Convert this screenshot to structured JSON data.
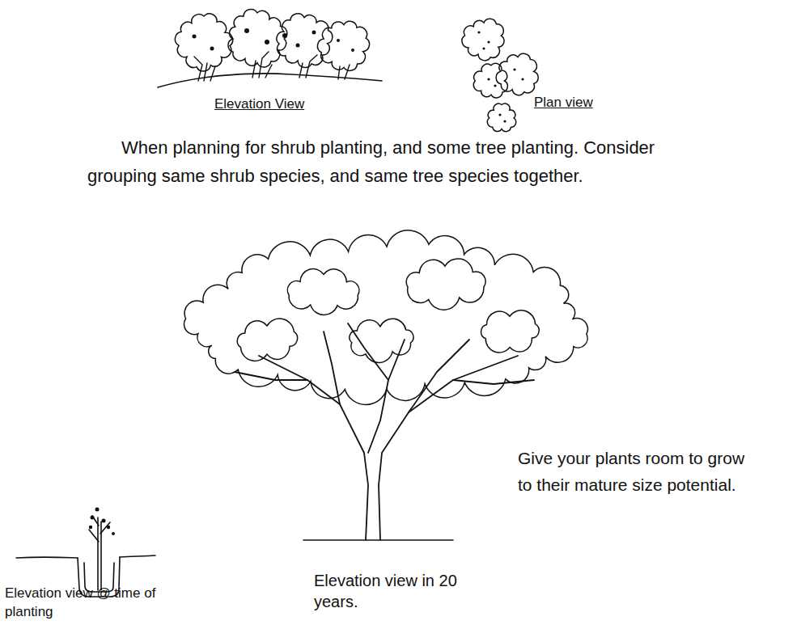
{
  "diagram": {
    "labels": [
      "Elevation View",
      "Plan view",
      "When planning for shrub planting, and some tree planting. Consider grouping same shrub species, and same tree species together.",
      "Give your plants room to grow to their mature size potential.",
      "Elevation view @ time of planting",
      "Elevation view in 20 years."
    ]
  }
}
